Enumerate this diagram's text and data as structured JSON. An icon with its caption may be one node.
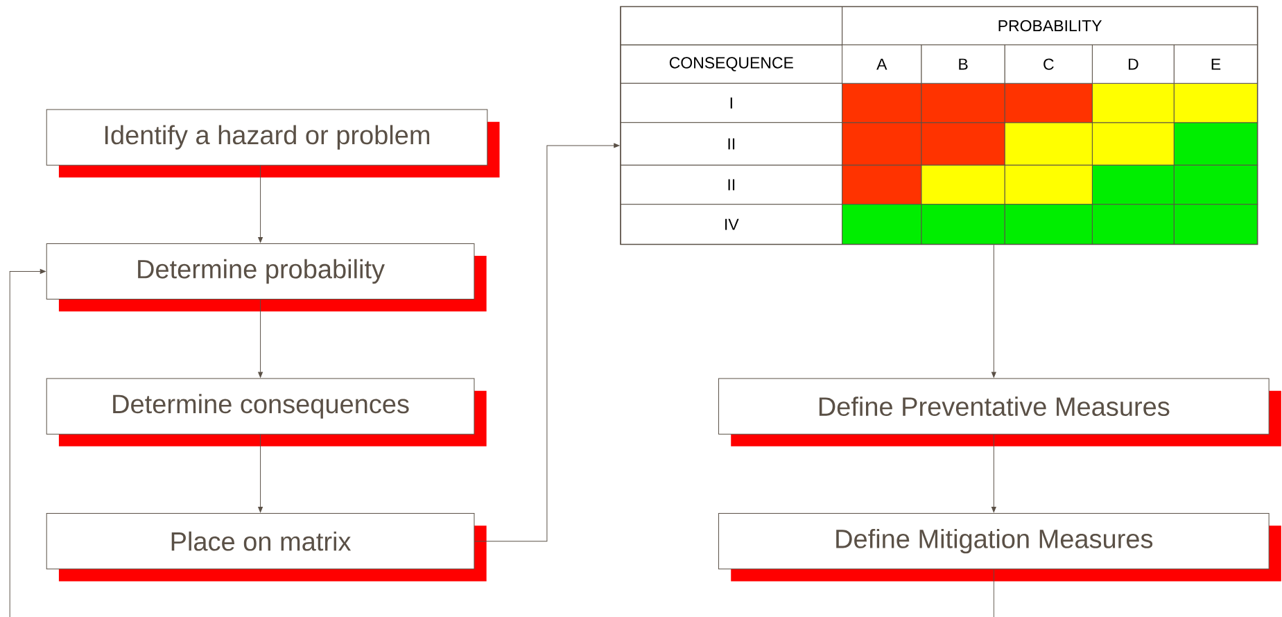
{
  "diagram": {
    "nodes": [
      {
        "text": [
          "Identify a hazard or problem"
        ]
      },
      {
        "text": [
          "Determine probability"
        ]
      },
      {
        "text": [
          "Determine consequences"
        ]
      },
      {
        "text": [
          "Place on matrix"
        ]
      },
      {
        "text": [
          "PROBABILITY",
          "CONSEQUENCE",
          "A",
          "B",
          "C",
          "D",
          "E",
          "I",
          "II",
          "II",
          "IV"
        ]
      },
      {
        "text": [
          "Define Preventative Measures"
        ]
      },
      {
        "text": [
          "Define Mitigation Measures"
        ]
      }
    ],
    "edges": [
      {
        "from": 0,
        "to": 1,
        "arrow": "to"
      },
      {
        "from": 1,
        "to": 2,
        "arrow": "to"
      },
      {
        "from": 2,
        "to": 3,
        "arrow": "to"
      },
      {
        "from": 3,
        "to": 4,
        "arrow": "to"
      },
      {
        "from": 4,
        "to": 5,
        "arrow": "to"
      },
      {
        "from": 5,
        "to": 6,
        "arrow": "to"
      },
      {
        "from": 6,
        "to": null,
        "arrow": "none"
      },
      {
        "from": null,
        "to": 1,
        "arrow": "to"
      }
    ]
  }
}
